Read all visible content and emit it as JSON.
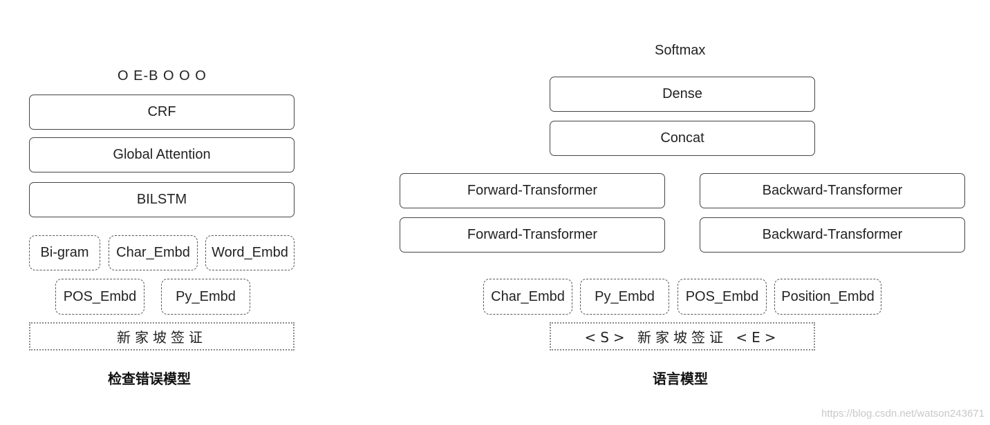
{
  "left_model": {
    "output_tags": "O E-B O O O",
    "layers": {
      "crf": "CRF",
      "attention": "Global Attention",
      "bilstm": "BILSTM"
    },
    "embeddings_row1": [
      "Bi-gram",
      "Char_Embd",
      "Word_Embd"
    ],
    "embeddings_row2": [
      "POS_Embd",
      "Py_Embd"
    ],
    "input": "新家坡签证",
    "caption": "检查错误模型"
  },
  "right_model": {
    "output": "Softmax",
    "layers": {
      "dense": "Dense",
      "concat": "Concat"
    },
    "forward": [
      "Forward-Transformer",
      "Forward-Transformer"
    ],
    "backward": [
      "Backward-Transformer",
      "Backward-Transformer"
    ],
    "embeddings": [
      "Char_Embd",
      "Py_Embd",
      "POS_Embd",
      "Position_Embd"
    ],
    "input": "<S> 新家坡签证 <E>",
    "caption": "语言模型"
  },
  "watermark": "https://blog.csdn.net/watson243671"
}
